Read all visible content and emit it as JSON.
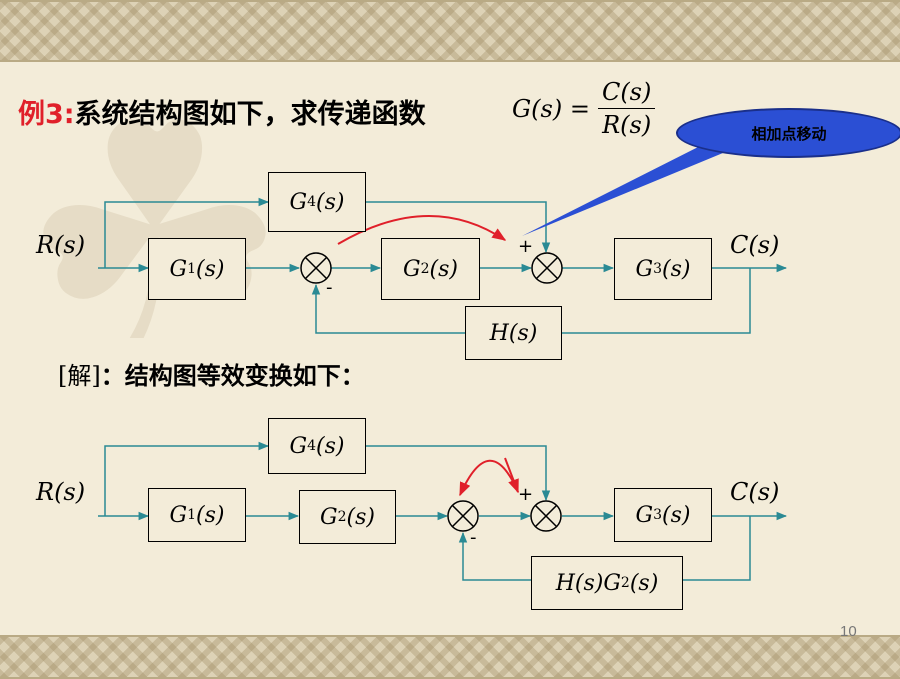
{
  "title": {
    "example_label": "例3:",
    "text": "系统结构图如下，求传递函数"
  },
  "formula": {
    "lhs": "G(s) =",
    "numerator": "C(s)",
    "denominator": "R(s)"
  },
  "callout": {
    "text": "相加点移动",
    "color": "#2b4fd4"
  },
  "solution_label": {
    "bracket": "[解]",
    "text": "：结构图等效变换如下："
  },
  "diagram1": {
    "input": "R(s)",
    "output": "C(s)",
    "blocks": {
      "g1": {
        "base": "G",
        "sub": "1",
        "arg": "(s)"
      },
      "g2": {
        "base": "G",
        "sub": "2",
        "arg": "(s)"
      },
      "g3": {
        "base": "G",
        "sub": "3",
        "arg": "(s)"
      },
      "g4": {
        "base": "G",
        "sub": "4",
        "arg": "(s)"
      },
      "h": {
        "text": "H(s)"
      }
    },
    "signs": {
      "minus": "-",
      "plus": "+"
    }
  },
  "diagram2": {
    "input": "R(s)",
    "output": "C(s)",
    "blocks": {
      "g1": {
        "base": "G",
        "sub": "1",
        "arg": "(s)"
      },
      "g2": {
        "base": "G",
        "sub": "2",
        "arg": "(s)"
      },
      "g3": {
        "base": "G",
        "sub": "3",
        "arg": "(s)"
      },
      "g4": {
        "base": "G",
        "sub": "4",
        "arg": "(s)"
      },
      "hg2": {
        "pre": "H(s)G",
        "sub": "2",
        "arg": "(s)"
      }
    },
    "signs": {
      "minus": "-",
      "plus": "+"
    }
  },
  "page_number": "10",
  "colors": {
    "background": "#f3ecd9",
    "accent_red": "#e0202a",
    "line_teal": "#2a8a94",
    "arrow_red": "#e0202a"
  }
}
